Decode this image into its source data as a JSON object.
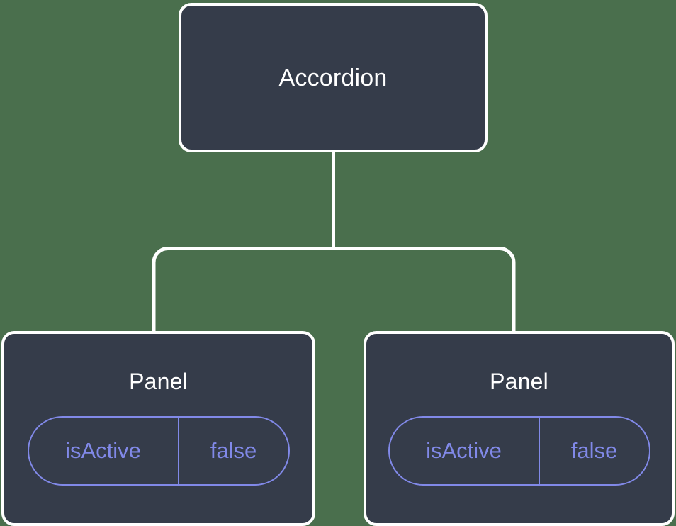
{
  "diagram": {
    "type": "component-tree",
    "background_color": "#4a6f4d",
    "node_fill_color": "#353c4a",
    "node_border_color": "#ffffff",
    "node_text_color": "#ffffff",
    "prop_accent_color": "#8189e8",
    "connector_color": "#ffffff"
  },
  "root": {
    "label": "Accordion"
  },
  "children": [
    {
      "label": "Panel",
      "prop": {
        "key": "isActive",
        "value": "false"
      }
    },
    {
      "label": "Panel",
      "prop": {
        "key": "isActive",
        "value": "false"
      }
    }
  ]
}
